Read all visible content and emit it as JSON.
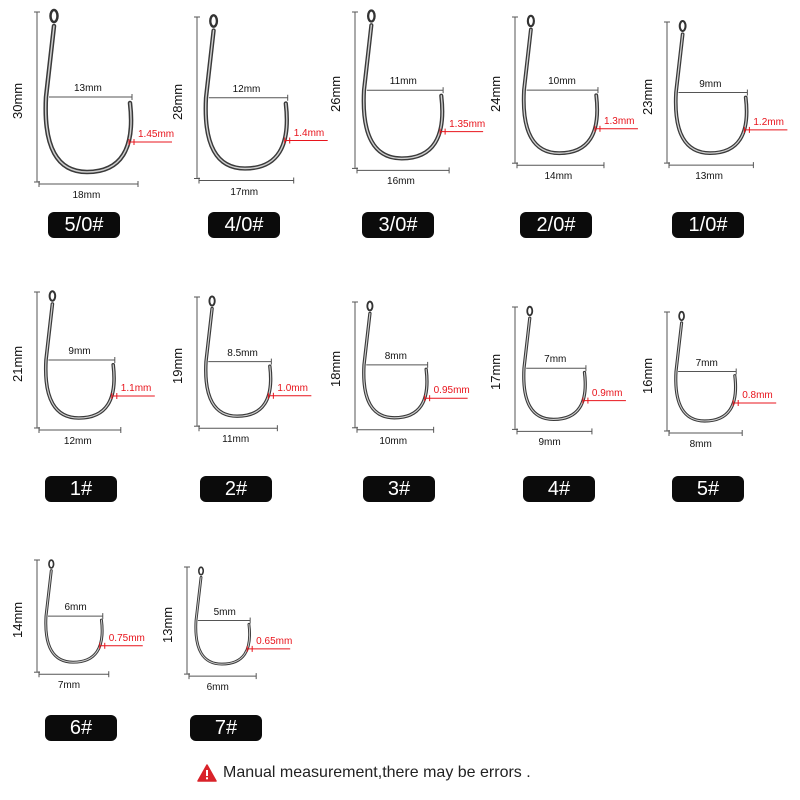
{
  "colors": {
    "measure_line": "#555555",
    "wire_accent": "#e8141c",
    "badge_bg": "#0b0b0b",
    "badge_text": "#ffffff",
    "warning": "#d9232a"
  },
  "hooks": [
    {
      "size": "5/0#",
      "length": "30mm",
      "gap": "13mm",
      "wire": "1.45mm",
      "width": "18mm"
    },
    {
      "size": "4/0#",
      "length": "28mm",
      "gap": "12mm",
      "wire": "1.4mm",
      "width": "17mm"
    },
    {
      "size": "3/0#",
      "length": "26mm",
      "gap": "11mm",
      "wire": "1.35mm",
      "width": "16mm"
    },
    {
      "size": "2/0#",
      "length": "24mm",
      "gap": "10mm",
      "wire": "1.3mm",
      "width": "14mm"
    },
    {
      "size": "1/0#",
      "length": "23mm",
      "gap": "9mm",
      "wire": "1.2mm",
      "width": "13mm"
    },
    {
      "size": "1#",
      "length": "21mm",
      "gap": "9mm",
      "wire": "1.1mm",
      "width": "12mm"
    },
    {
      "size": "2#",
      "length": "19mm",
      "gap": "8.5mm",
      "wire": "1.0mm",
      "width": "11mm"
    },
    {
      "size": "3#",
      "length": "18mm",
      "gap": "8mm",
      "wire": "0.95mm",
      "width": "10mm"
    },
    {
      "size": "4#",
      "length": "17mm",
      "gap": "7mm",
      "wire": "0.9mm",
      "width": "9mm"
    },
    {
      "size": "5#",
      "length": "16mm",
      "gap": "7mm",
      "wire": "0.8mm",
      "width": "8mm"
    },
    {
      "size": "6#",
      "length": "14mm",
      "gap": "6mm",
      "wire": "0.75mm",
      "width": "7mm"
    },
    {
      "size": "7#",
      "length": "13mm",
      "gap": "5mm",
      "wire": "0.65mm",
      "width": "6mm"
    }
  ],
  "note": {
    "icon": "warning-triangle-icon",
    "text": "Manual measurement,there may be errors ."
  }
}
